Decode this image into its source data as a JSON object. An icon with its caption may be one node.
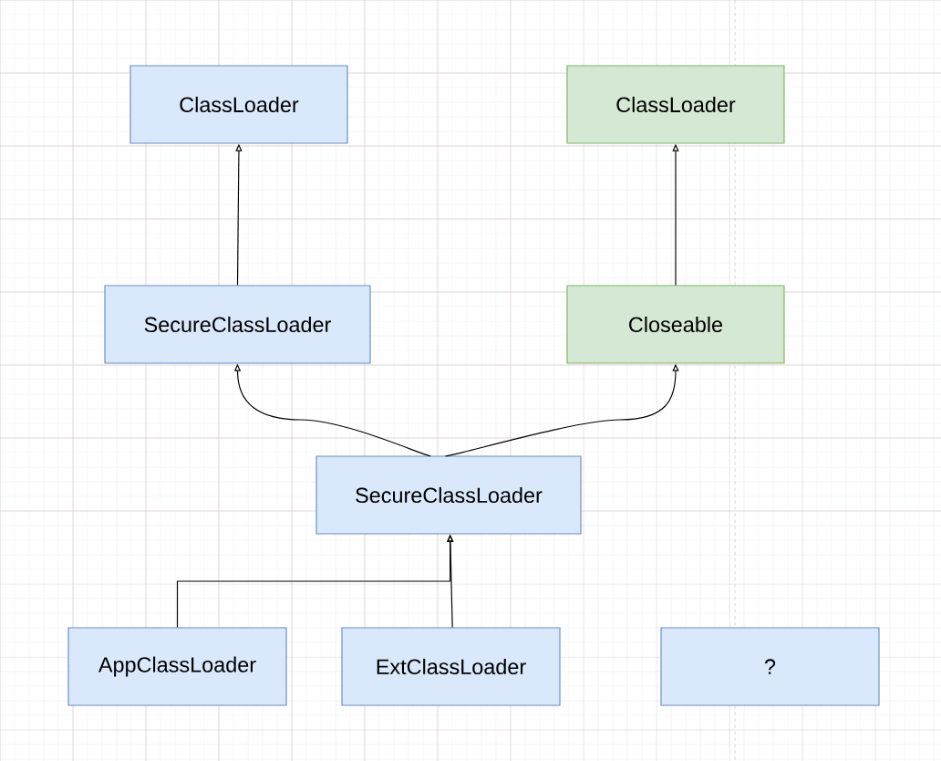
{
  "diagram": {
    "nodes": [
      {
        "text": [
          "ClassLoader"
        ]
      },
      {
        "text": [
          "ClassLoader"
        ]
      },
      {
        "text": [
          "SecureClassLoader"
        ]
      },
      {
        "text": [
          "Closeable"
        ]
      },
      {
        "text": [
          "SecureClassLoader"
        ]
      },
      {
        "text": [
          "AppClassLoader"
        ]
      },
      {
        "text": [
          "ExtClassLoader"
        ]
      },
      {
        "text": [
          "?"
        ]
      }
    ],
    "edges": [
      {
        "from": 2,
        "to": 0,
        "arrow": "to"
      },
      {
        "from": 3,
        "to": 1,
        "arrow": "to"
      },
      {
        "from": 4,
        "to": 2,
        "arrow": "to"
      },
      {
        "from": 4,
        "to": 3,
        "arrow": "to"
      },
      {
        "from": 5,
        "to": 4,
        "arrow": "to"
      },
      {
        "from": 6,
        "to": 4,
        "arrow": "to"
      }
    ]
  }
}
